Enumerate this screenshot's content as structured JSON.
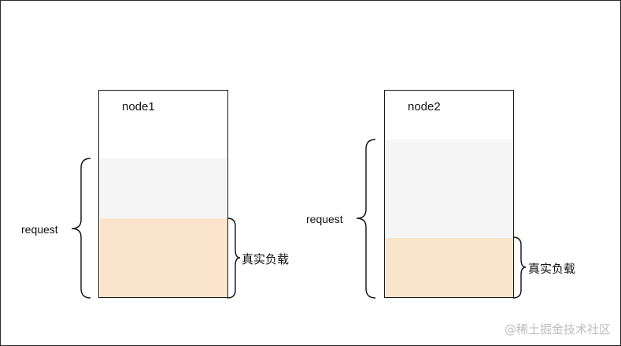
{
  "nodes": [
    {
      "name": "node1",
      "request_label": "request",
      "load_label": "真实负载"
    },
    {
      "name": "node2",
      "request_label": "request",
      "load_label": "真实负载"
    }
  ],
  "colors": {
    "request_fill": "#f5f5f5",
    "load_fill": "#fae5cc",
    "stroke": "#111111"
  },
  "watermark": "@稀土掘金技术社区"
}
